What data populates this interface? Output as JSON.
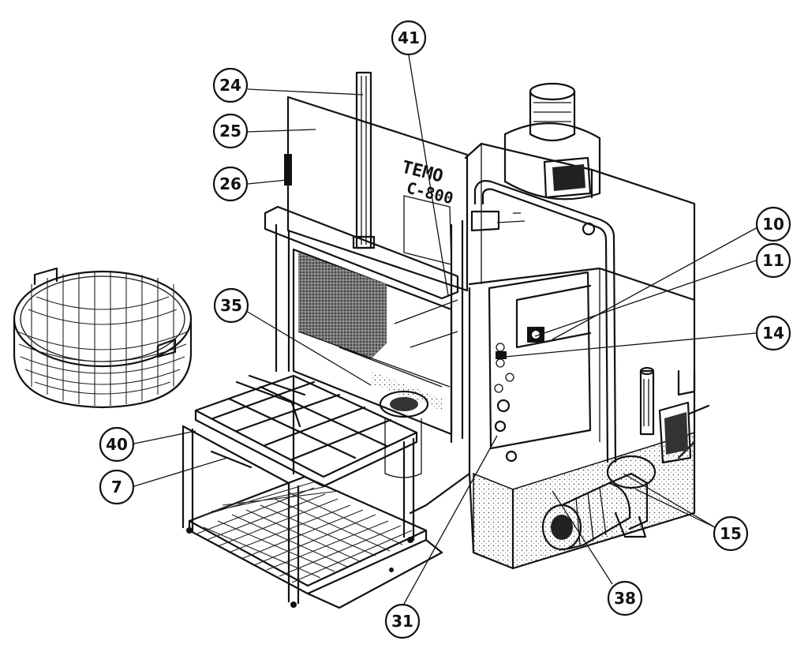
{
  "brand": {
    "name": "TEMO",
    "model": "C-800"
  },
  "callouts": [
    {
      "id": "24"
    },
    {
      "id": "25"
    },
    {
      "id": "26"
    },
    {
      "id": "41"
    },
    {
      "id": "10"
    },
    {
      "id": "11"
    },
    {
      "id": "14"
    },
    {
      "id": "35"
    },
    {
      "id": "40"
    },
    {
      "id": "7"
    },
    {
      "id": "31"
    },
    {
      "id": "38"
    },
    {
      "id": "15"
    }
  ]
}
